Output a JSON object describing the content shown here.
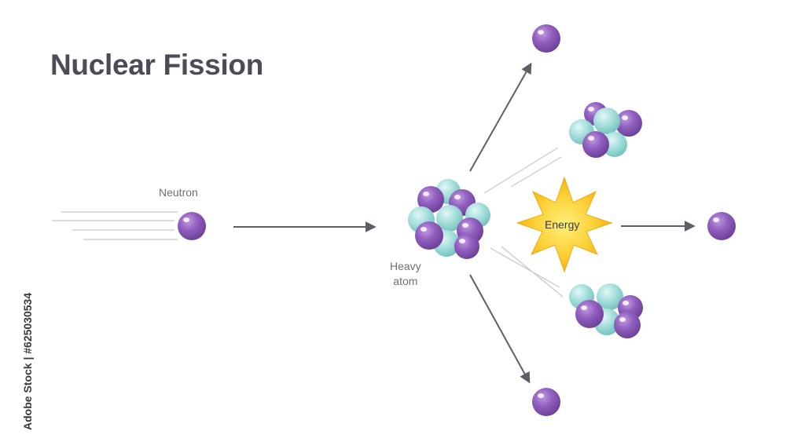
{
  "diagram": {
    "title": "Nuclear Fission",
    "labels": {
      "neutron": "Neutron",
      "heavy_atom_line1": "Heavy",
      "heavy_atom_line2": "atom",
      "energy": "Energy"
    }
  },
  "watermark": {
    "stock_id": "Adobe Stock | #625030534"
  },
  "colors": {
    "title": "#4a4d57",
    "proton": "#8e57b8",
    "neutron_particle": "#9ad9d6",
    "arrow": "#5d5f68",
    "energy_burst": "#f7c21c"
  },
  "icons": {
    "energy": "starburst-icon"
  }
}
